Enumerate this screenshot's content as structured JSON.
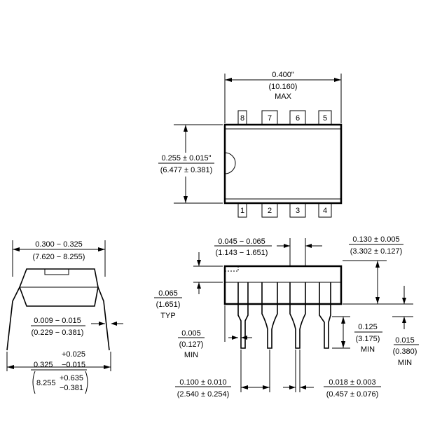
{
  "top_view": {
    "width_dim": "0.400\"",
    "width_dim_mm": "(10.160)",
    "width_note": "MAX",
    "height_dim": "0.255 ± 0.015\"",
    "height_dim_mm": "(6.477 ± 0.381)",
    "pins_top": [
      "8",
      "7",
      "6",
      "5"
    ],
    "pins_bottom": [
      "1",
      "2",
      "3",
      "4"
    ]
  },
  "end_view": {
    "width_dim": "0.300 − 0.325",
    "width_dim_mm": "(7.620 − 8.255)",
    "lead_thick": "0.009 − 0.015",
    "lead_thick_mm": "(0.229 − 0.381)",
    "span_nom": "0.325",
    "span_tol_plus": "+0.025",
    "span_tol_minus": "−0.015",
    "span_nom_mm": "8.255",
    "span_tol_plus_mm": "+0.635",
    "span_tol_minus_mm": "−0.381"
  },
  "side_view": {
    "shoulder": "0.045 − 0.065",
    "shoulder_mm": "(1.143 − 1.651)",
    "body_h": "0.130 ± 0.005",
    "body_h_mm": "(3.302 ± 0.127)",
    "seat": "0.065",
    "seat_mm": "(1.651)",
    "seat_note": "TYP",
    "standoff": "0.005",
    "standoff_mm": "(0.127)",
    "standoff_note": "MIN",
    "lead_len": "0.125",
    "lead_len_mm": "(3.175)",
    "lead_len_note": "MIN",
    "clear": "0.015",
    "clear_mm": "(0.380)",
    "clear_note": "MIN",
    "pitch": "0.100 ± 0.010",
    "pitch_mm": "(2.540 ± 0.254)",
    "lead_w": "0.018 ± 0.003",
    "lead_w_mm": "(0.457 ± 0.076)"
  }
}
